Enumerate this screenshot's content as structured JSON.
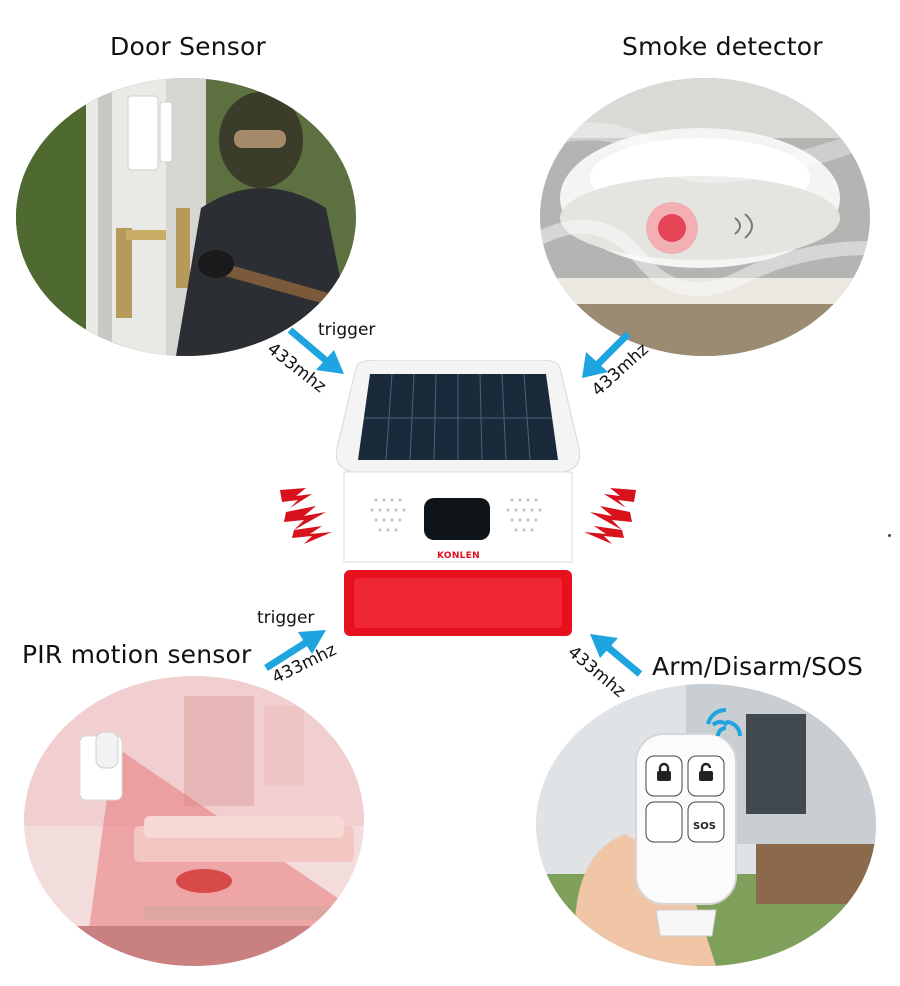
{
  "labels": {
    "door_sensor": "Door Sensor",
    "smoke_detector": "Smoke detector",
    "pir_motion_sensor": "PIR motion sensor",
    "arm_disarm_sos": "Arm/Disarm/SOS"
  },
  "signals": {
    "trigger_top": "trigger",
    "trigger_bottom": "trigger",
    "freq_top_left": "433mhz",
    "freq_top_right": "433mhz",
    "freq_bottom_left": "433mhz",
    "freq_bottom_right": "433mhz"
  },
  "device": {
    "brand": "KONLEN",
    "sos_button": "SOS"
  },
  "colors": {
    "arrow": "#1ea5e0",
    "lightning": "#d8121c",
    "siren_red": "#e8101e"
  },
  "icons": {
    "arrows": "arrow-icon",
    "lightning": "lightning-bolt-icon",
    "lock": "lock-icon",
    "unlock": "unlock-icon",
    "wifi": "wireless-signal-icon"
  }
}
